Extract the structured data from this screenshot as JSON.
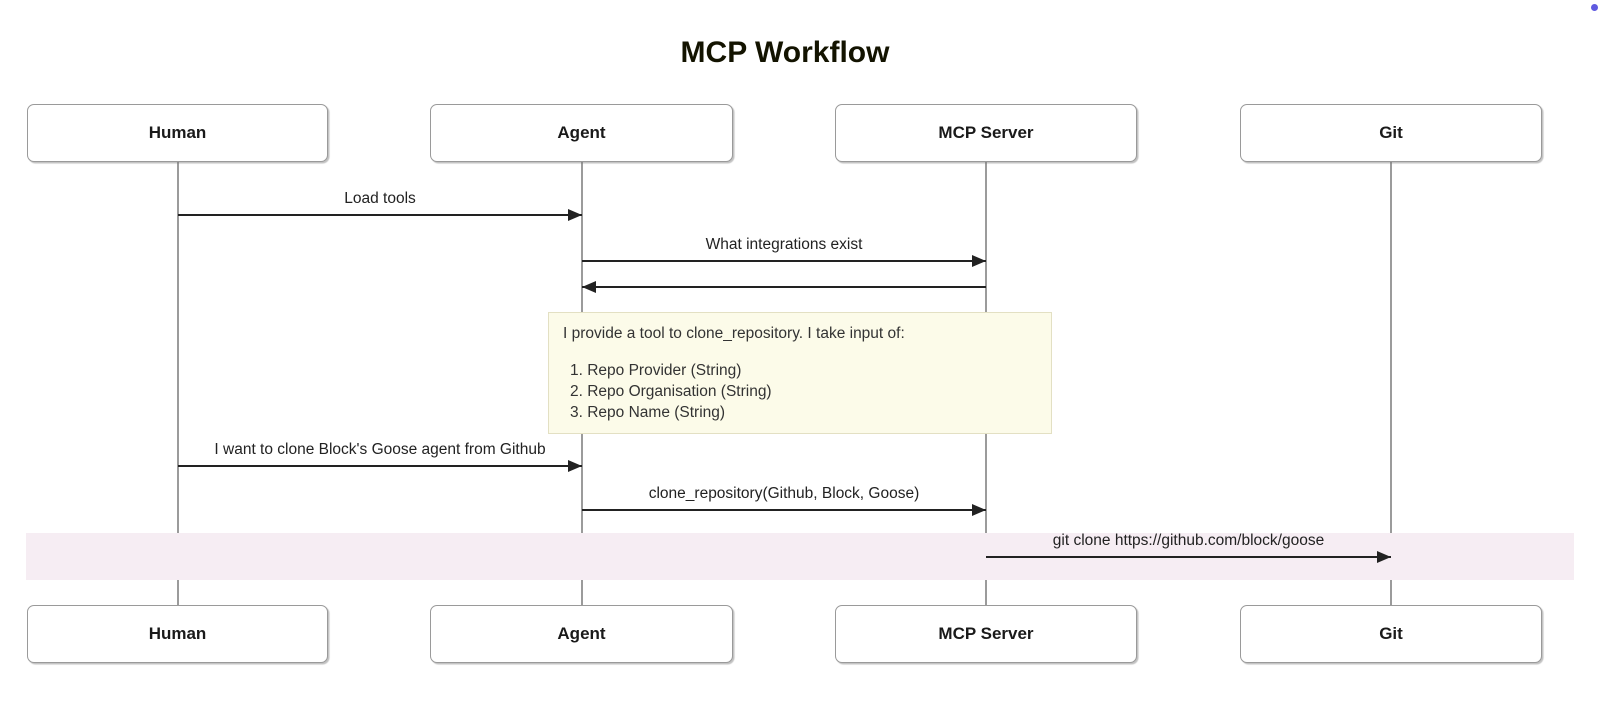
{
  "title": "MCP Workflow",
  "actors": [
    {
      "label": "Human"
    },
    {
      "label": "Agent"
    },
    {
      "label": "MCP Server"
    },
    {
      "label": "Git"
    }
  ],
  "messages": [
    {
      "label": "Load tools",
      "from": "Human",
      "to": "Agent"
    },
    {
      "label": "What integrations exist",
      "from": "Agent",
      "to": "MCP Server"
    },
    {
      "label": "",
      "from": "MCP Server",
      "to": "Agent"
    },
    {
      "label": "I want to clone Block's Goose agent from Github",
      "from": "Human",
      "to": "Agent"
    },
    {
      "label": "clone_repository(Github, Block, Goose)",
      "from": "Agent",
      "to": "MCP Server"
    },
    {
      "label": "git clone https://github.com/block/goose",
      "from": "MCP Server",
      "to": "Git"
    }
  ],
  "note": {
    "intro": "I provide a tool to clone_repository. I take input of:",
    "items": [
      "1. Repo Provider (String)",
      "2. Repo Organisation (String)",
      "3. Repo Name (String)"
    ]
  },
  "colors": {
    "note_background": "#fcfbe9",
    "note_border": "#e3e0c3",
    "highlight_band": "#f6edf3",
    "actor_border": "#9a9a9a",
    "lifeline": "#9b9b9b",
    "arrow": "#222222",
    "corner_dot": "#5f5ae0"
  }
}
